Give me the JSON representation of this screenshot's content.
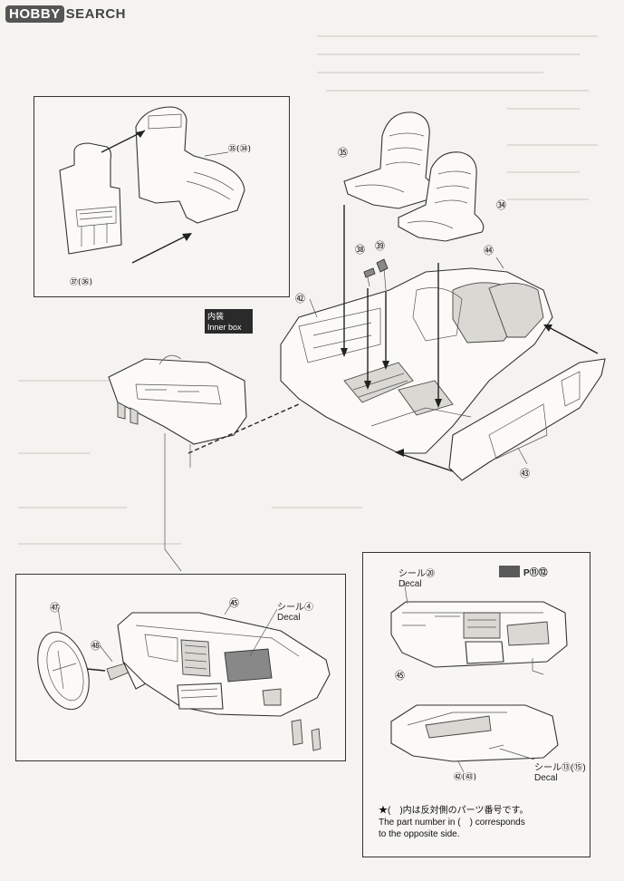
{
  "watermark": {
    "brand": "HOBBY",
    "suffix": "SEARCH"
  },
  "badge": {
    "jp": "内装",
    "en": "Inner box"
  },
  "parts": {
    "p34": "㉞",
    "p35": "㉟",
    "p36": "㊱",
    "p37": "㊲",
    "p38": "㊳",
    "p39": "㊴",
    "p42": "㊷",
    "p43": "㊸",
    "p44": "㊹",
    "p45": "㊺",
    "p47": "㊼",
    "p48": "㊽",
    "seat_front": "㉟(㉞)",
    "seat_back": "㊲(㊱)",
    "door": "㊷(㊸)"
  },
  "decals": {
    "dash": {
      "jp": "シール④",
      "en": "Decal"
    },
    "panel": {
      "jp": "シール⑳",
      "en": "Decal"
    },
    "door": {
      "jp": "シール⑬(⑮)",
      "en": "Decal"
    }
  },
  "page_ref": "P⑪⑫",
  "note": {
    "jp": "★(　)内は反対側のパーツ番号です。",
    "en_line1": "The part number in (　) corresponds",
    "en_line2": "to the opposite side."
  }
}
